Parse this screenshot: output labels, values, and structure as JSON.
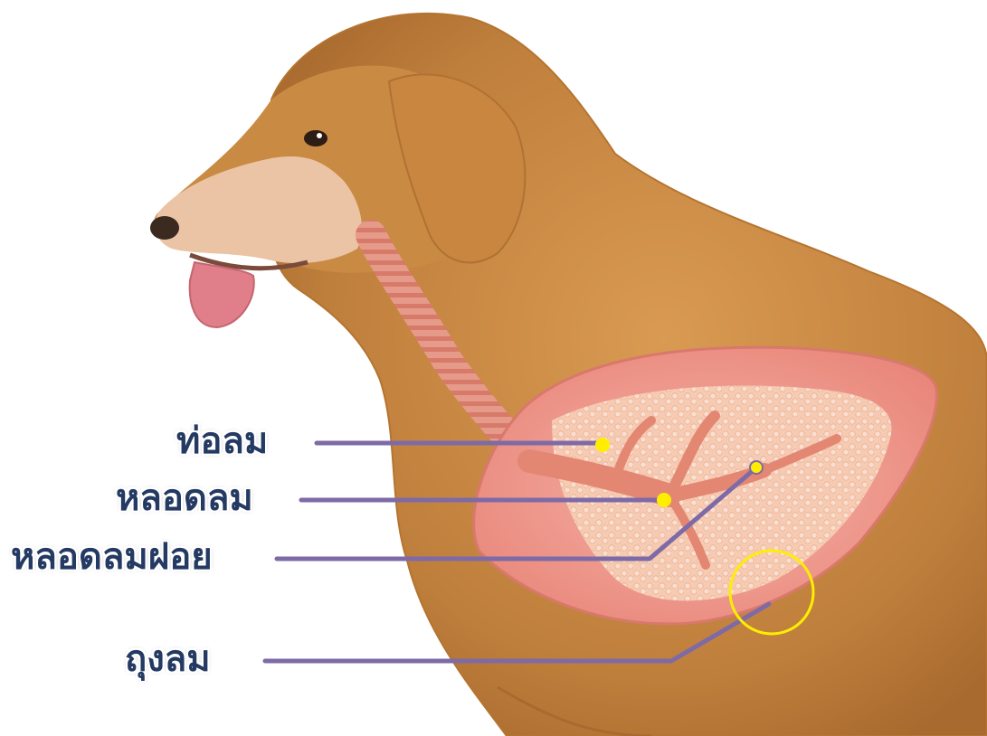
{
  "labels": {
    "trachea": "ท่อลม",
    "bronchus": "หลอดลม",
    "bronchiole": "หลอดลมฝอย",
    "alveoli": "ถุงลม"
  },
  "colors": {
    "label_text": "#243a63",
    "leader_line": "#7d6aa6",
    "marker": "#ffee00",
    "fur": "#c98a43",
    "muzzle": "#edc4a6",
    "lung": "#f2a49a",
    "alveoli": "#f8d2bc",
    "airway": "#e38773"
  }
}
